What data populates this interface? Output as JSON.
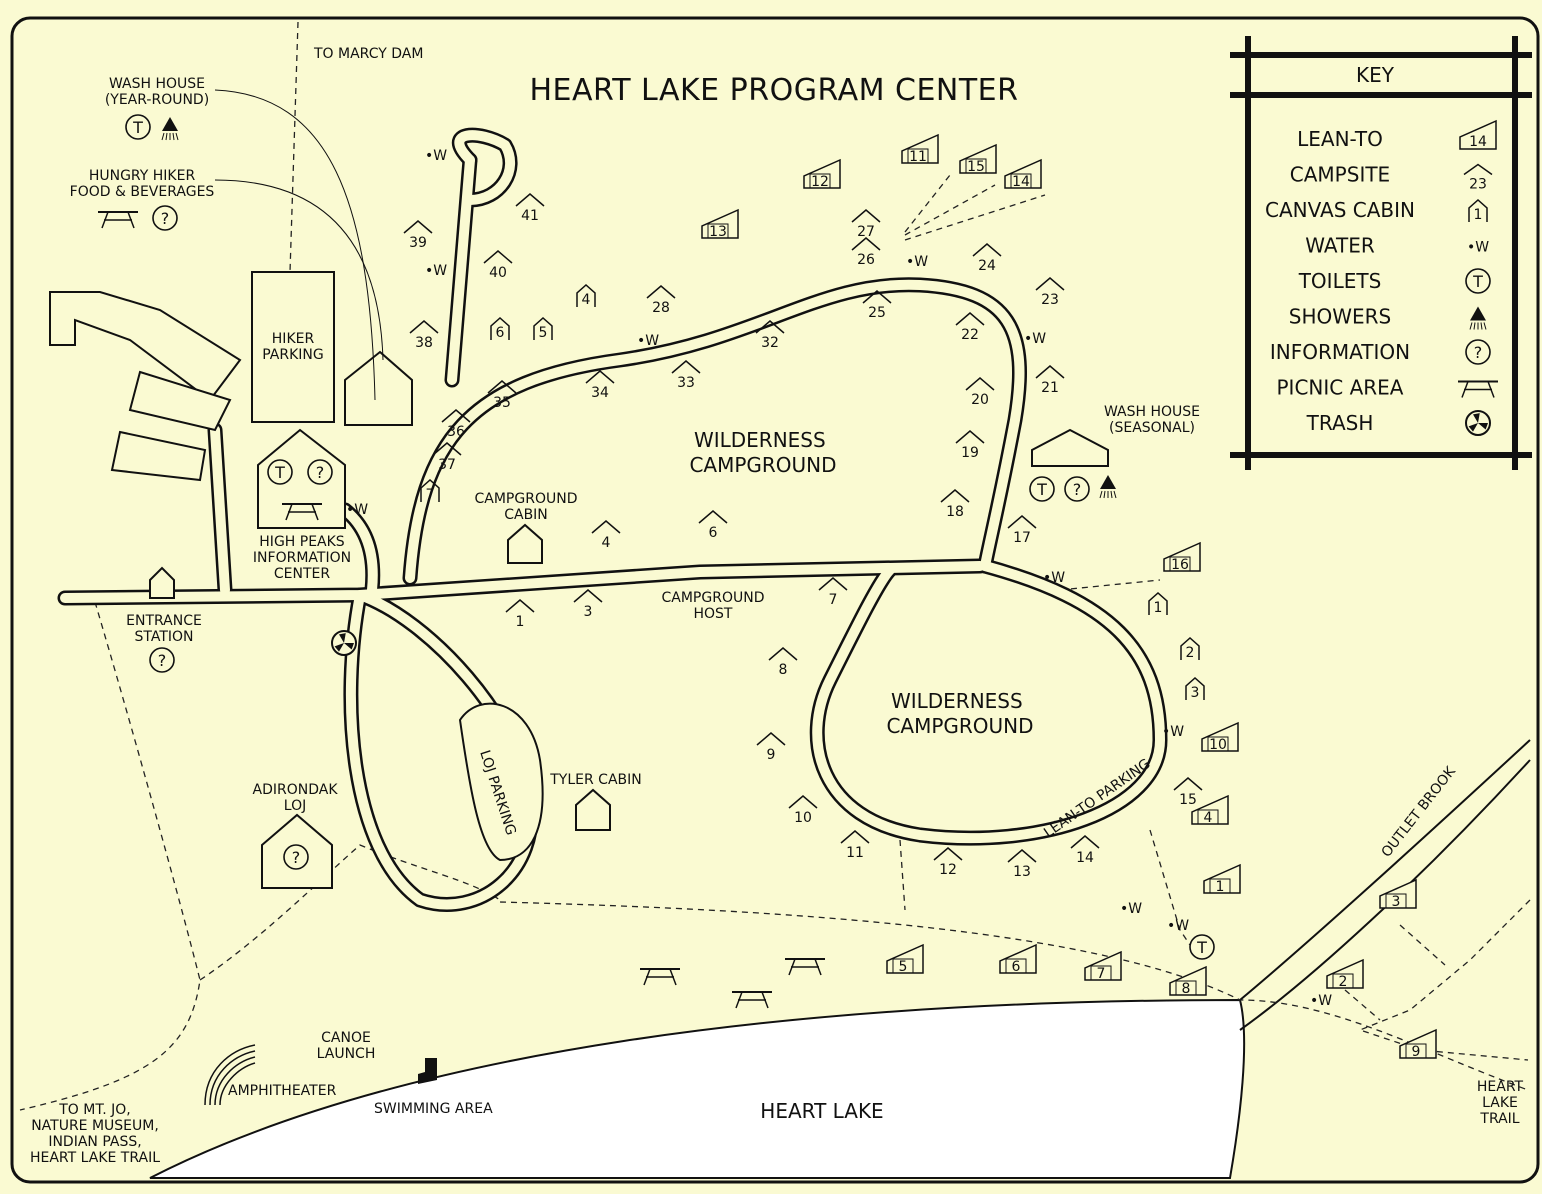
{
  "title": "HEART LAKE PROGRAM CENTER",
  "areas": {
    "wilderness_1": [
      "WILDERNESS",
      "CAMPGROUND"
    ],
    "wilderness_2": [
      "WILDERNESS",
      "CAMPGROUND"
    ],
    "lake": "HEART LAKE"
  },
  "labels": {
    "to_marcy_dam": "TO MARCY DAM",
    "wash_house_year": [
      "WASH HOUSE",
      "(YEAR-ROUND)"
    ],
    "hungry_hiker": [
      "HUNGRY HIKER",
      "FOOD & BEVERAGES"
    ],
    "hiker_parking": [
      "HIKER",
      "PARKING"
    ],
    "info_center": [
      "HIGH PEAKS",
      "INFORMATION",
      "CENTER"
    ],
    "entrance": [
      "ENTRANCE",
      "STATION"
    ],
    "campground_cabin": [
      "CAMPGROUND",
      "CABIN"
    ],
    "campground_host": [
      "CAMPGROUND",
      "HOST"
    ],
    "wash_house_seasonal": [
      "WASH HOUSE",
      "(SEASONAL)"
    ],
    "adirondak_loj": [
      "ADIRONDAK",
      "LOJ"
    ],
    "loj_parking": "LOJ PARKING",
    "tyler_cabin": "TYLER CABIN",
    "lean_to_parking": "LEAN-TO PARKING",
    "outlet_brook": "OUTLET BROOK",
    "canoe_launch": [
      "CANOE",
      "LAUNCH"
    ],
    "amphitheater": "AMPHITHEATER",
    "swimming_area": "SWIMMING AREA",
    "to_mt_jo": [
      "TO MT. JO,",
      "NATURE MUSEUM,",
      "INDIAN PASS,",
      "HEART LAKE TRAIL"
    ],
    "heart_lake_trail": [
      "HEART",
      "LAKE",
      "TRAIL"
    ],
    "water_mark": "•W"
  },
  "key": {
    "title": "KEY",
    "items": [
      {
        "label": "LEAN-TO",
        "icon": "lean-to-icon",
        "sample": "14"
      },
      {
        "label": "CAMPSITE",
        "icon": "campsite-icon",
        "sample": "23"
      },
      {
        "label": "CANVAS CABIN",
        "icon": "canvas-cabin-icon",
        "sample": "1"
      },
      {
        "label": "WATER",
        "icon": "water-icon",
        "sample": "•W"
      },
      {
        "label": "TOILETS",
        "icon": "toilet-icon",
        "sample": "T"
      },
      {
        "label": "SHOWERS",
        "icon": "shower-icon",
        "sample": ""
      },
      {
        "label": "INFORMATION",
        "icon": "information-icon",
        "sample": "?"
      },
      {
        "label": "PICNIC AREA",
        "icon": "picnic-table-icon",
        "sample": ""
      },
      {
        "label": "TRASH",
        "icon": "trash-icon",
        "sample": ""
      }
    ]
  },
  "campsites": [
    "1",
    "3",
    "4",
    "6",
    "7",
    "8",
    "9",
    "10",
    "11",
    "12",
    "13",
    "14",
    "15",
    "17",
    "18",
    "19",
    "20",
    "21",
    "22",
    "23",
    "24",
    "25",
    "26",
    "27",
    "28",
    "32",
    "33",
    "34",
    "35",
    "36",
    "37",
    "38",
    "39",
    "40",
    "41"
  ],
  "lean_tos": [
    "5",
    "6",
    "7",
    "8",
    "4",
    "1",
    "10",
    "16",
    "11",
    "12",
    "13",
    "14",
    "15",
    "2",
    "3",
    "9"
  ],
  "canvas_cabins": [
    "7",
    "6",
    "5",
    "4",
    "1",
    "2",
    "3"
  ],
  "colors": {
    "background": "#fafad2",
    "lake": "#ffffff",
    "ink": "#111111"
  }
}
